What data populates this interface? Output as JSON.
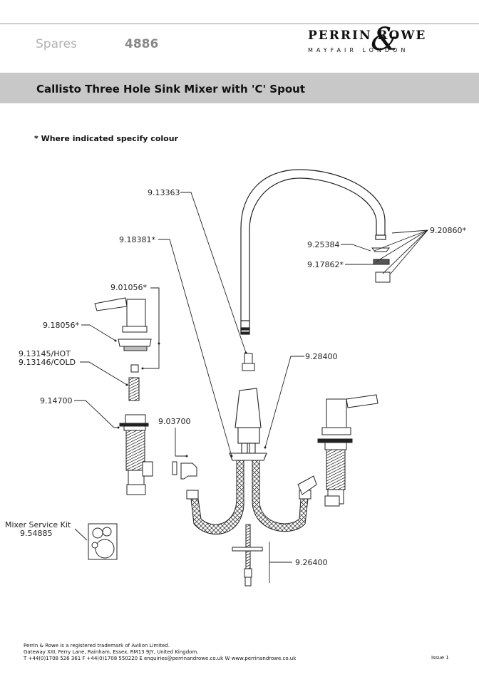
{
  "header": {
    "section_label": "Spares",
    "document_number": "4886",
    "brand_name": "PERRIN  ROWE",
    "brand_location": "MAYFAIR    LONDON"
  },
  "title": "Callisto Three Hole Sink Mixer with 'C' Spout",
  "note": "* Where indicated specify colour",
  "parts": {
    "p13363": "9.13363",
    "p18381": "9.18381*",
    "p01056": "9.01056*",
    "p18056": "9.18056*",
    "p13145": "9.13145/HOT",
    "p13146": "9.13146/COLD",
    "p14700": "9.14700",
    "p03700": "9.03700",
    "p28400": "9.28400",
    "p20860": "9.20860*",
    "p25384": "9.25384",
    "p17862": "9.17862*",
    "service_kit_label": "Mixer Service Kit",
    "p54885": "9.54885",
    "p26400": "9.26400"
  },
  "footer": {
    "line1": "Perrin & Rowe is a registered trademark of Avilion Limited.",
    "line2": "Gateway XIII, Ferry Lane, Rainham, Essex, RM13 9JY, United Kingdom.",
    "line3": "T +44(0)1708 526 361 F +44(0)1708 550220 E enquiries@perrinandrowe.co.uk W www.perrinandrowe.co.uk",
    "issue": "Issue 1"
  }
}
